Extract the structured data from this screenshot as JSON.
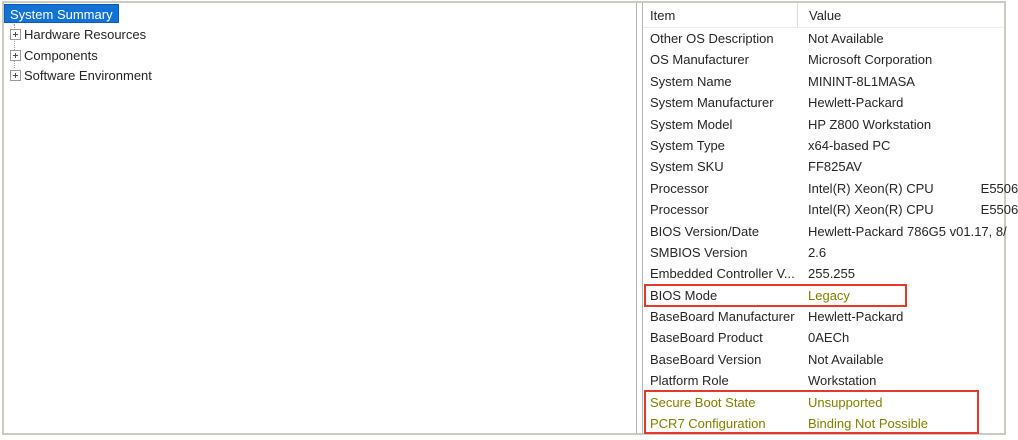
{
  "tree": {
    "selected_item": "System Summary",
    "items": [
      {
        "label": "Hardware Resources"
      },
      {
        "label": "Components"
      },
      {
        "label": "Software Environment"
      }
    ],
    "expander_icon": "plus-box"
  },
  "table": {
    "columns": [
      "Item",
      "Value"
    ],
    "rows": [
      {
        "item": "Other OS Description",
        "value": "Not Available"
      },
      {
        "item": "OS Manufacturer",
        "value": "Microsoft Corporation"
      },
      {
        "item": "System Name",
        "value": "MININT-8L1MASA"
      },
      {
        "item": "System Manufacturer",
        "value": "Hewlett-Packard"
      },
      {
        "item": "System Model",
        "value": "HP Z800 Workstation"
      },
      {
        "item": "System Type",
        "value": "x64-based PC"
      },
      {
        "item": "System SKU",
        "value": "FF825AV"
      },
      {
        "item": "Processor",
        "value": "Intel(R) Xeon(R) CPU             E5506"
      },
      {
        "item": "Processor",
        "value": "Intel(R) Xeon(R) CPU             E5506"
      },
      {
        "item": "BIOS Version/Date",
        "value": "Hewlett-Packard 786G5 v01.17, 8/"
      },
      {
        "item": "SMBIOS Version",
        "value": "2.6"
      },
      {
        "item": "Embedded Controller V...",
        "value": "255.255"
      },
      {
        "item": "BIOS Mode",
        "value": "Legacy",
        "highlight": "value"
      },
      {
        "item": "BaseBoard Manufacturer",
        "value": "Hewlett-Packard"
      },
      {
        "item": "BaseBoard Product",
        "value": "0AECh"
      },
      {
        "item": "BaseBoard Version",
        "value": "Not Available"
      },
      {
        "item": "Platform Role",
        "value": "Workstation"
      },
      {
        "item": "Secure Boot State",
        "value": "Unsupported",
        "highlight": "row"
      },
      {
        "item": "PCR7 Configuration",
        "value": "Binding Not Possible",
        "highlight": "row"
      }
    ]
  },
  "colors": {
    "selection_blue": "#1372d6",
    "annotation_red": "#e6382b",
    "highlight_olive": "#808000"
  }
}
